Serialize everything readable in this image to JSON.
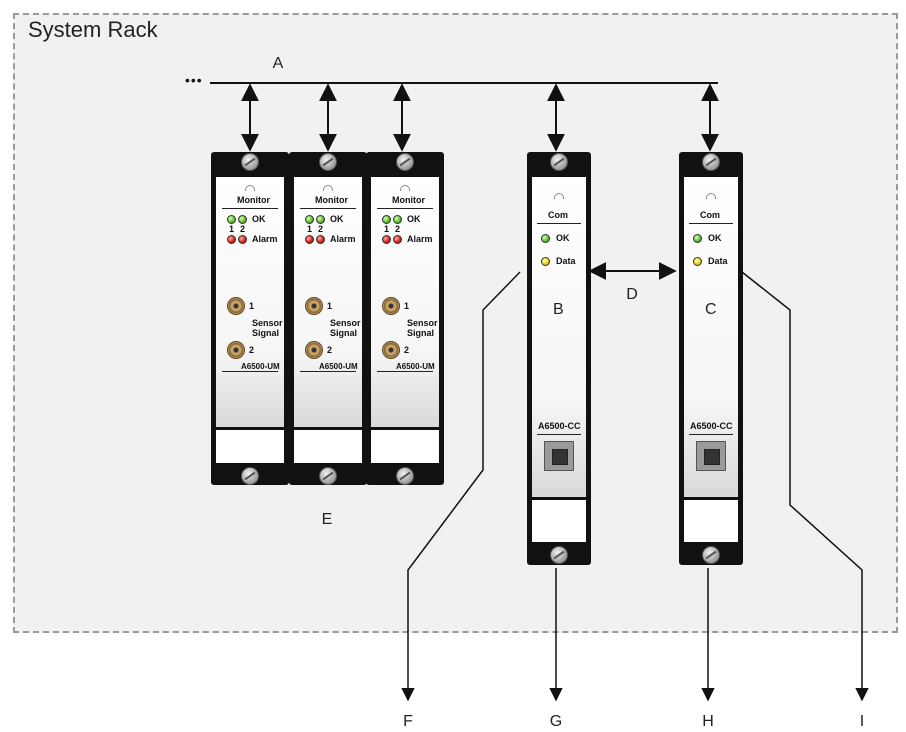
{
  "diagram": {
    "rack_title": "System Rack",
    "callouts": {
      "a": "A",
      "b": "B",
      "c": "C",
      "d": "D",
      "e": "E",
      "f": "F",
      "g": "G",
      "h": "H",
      "i": "I"
    },
    "bus_continuation": "•••"
  },
  "monitor_modules": [
    {
      "title": "Monitor",
      "ok": "OK",
      "alarm": "Alarm",
      "ch1": "1",
      "ch2": "2",
      "sensor": "Sensor",
      "signal": "Signal",
      "model": "A6500-UM"
    },
    {
      "title": "Monitor",
      "ok": "OK",
      "alarm": "Alarm",
      "ch1": "1",
      "ch2": "2",
      "sensor": "Sensor",
      "signal": "Signal",
      "model": "A6500-UM"
    },
    {
      "title": "Monitor",
      "ok": "OK",
      "alarm": "Alarm",
      "ch1": "1",
      "ch2": "2",
      "sensor": "Sensor",
      "signal": "Signal",
      "model": "A6500-UM"
    }
  ],
  "com_modules": [
    {
      "title": "Com",
      "ok": "OK",
      "data": "Data",
      "model": "A6500-CC"
    },
    {
      "title": "Com",
      "ok": "OK",
      "data": "Data",
      "model": "A6500-CC"
    }
  ],
  "colors": {
    "led_ok": "#55c020",
    "led_alarm": "#d81a10",
    "led_data": "#e8d40a",
    "rack_background": "#f1f1f1"
  }
}
